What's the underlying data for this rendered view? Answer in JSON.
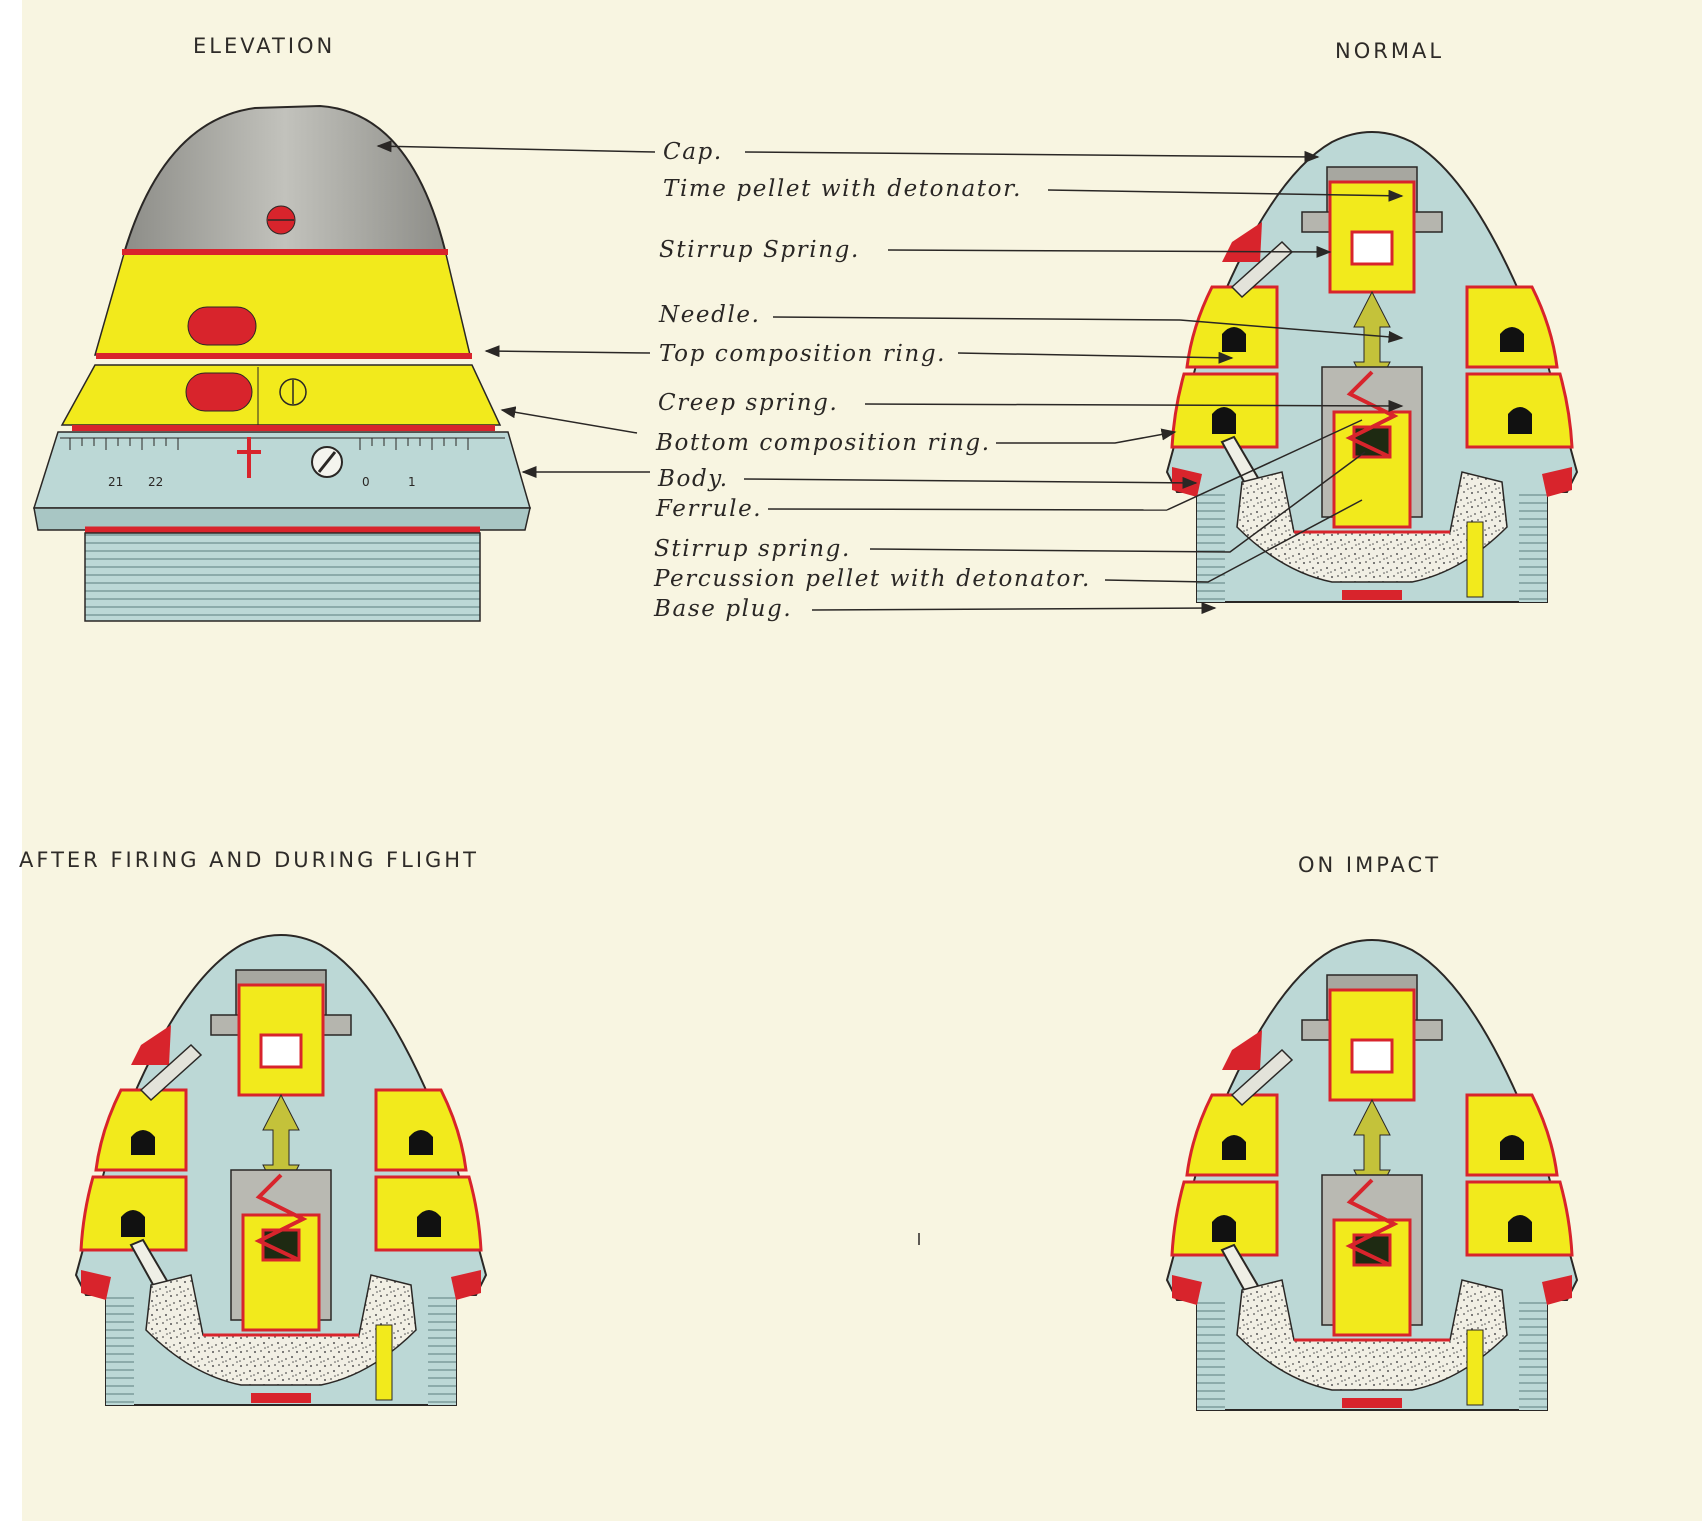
{
  "headings": {
    "elevation": "ELEVATION",
    "normal": "NORMAL",
    "after_firing": "AFTER FIRING AND DURING FLIGHT",
    "on_impact": "ON IMPACT"
  },
  "labels": [
    "Cap.",
    "Time pellet with detonator.",
    "Stirrup Spring.",
    "Needle.",
    "Top composition ring.",
    "Creep spring.",
    "Bottom composition ring.",
    "Body.",
    "Ferrule.",
    "Stirrup spring.",
    "Percussion pellet with detonator.",
    "Base plug."
  ],
  "scale_ticks": [
    "21",
    "22",
    "0",
    "1"
  ],
  "colors": {
    "paper": "#f8f5e1",
    "body_blue": "#bcd8d6",
    "composition_yellow": "#f2ea1c",
    "red": "#d8242c",
    "cap_grey": "#a7a7a0",
    "ink": "#2a2725",
    "arrow_olive": "#c4c23a"
  }
}
